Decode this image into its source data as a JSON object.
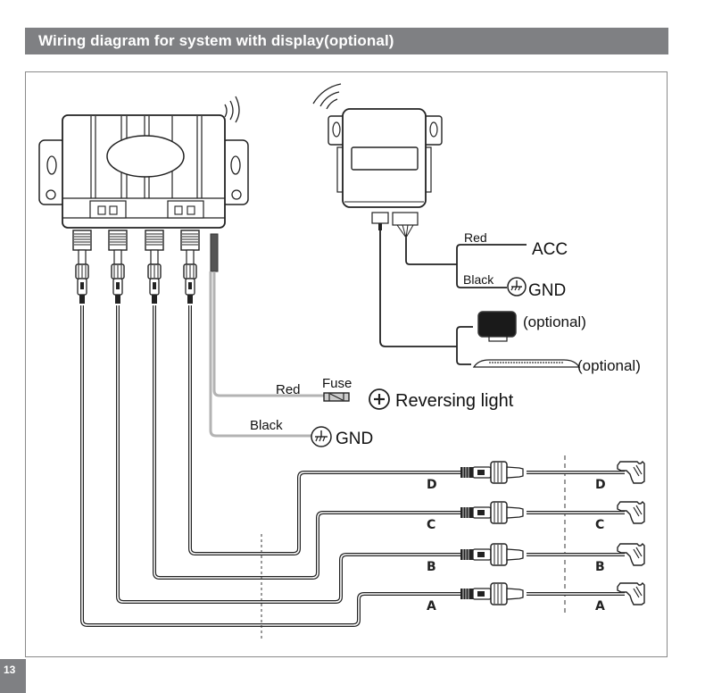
{
  "header": {
    "title": "Wiring diagram for system with display(optional)",
    "bar_color": "#7f8083"
  },
  "page": {
    "number": "13"
  },
  "control_unit": {
    "name": "Main control box",
    "icon": "wireless-signal-icon",
    "sensor_ports": [
      "A",
      "B",
      "C",
      "D"
    ]
  },
  "wireless_receiver": {
    "name": "Wireless receiver module",
    "icon": "wireless-signal-icon"
  },
  "receiver_wiring": {
    "red_label": "Red",
    "red_target": "ACC",
    "black_label": "Black",
    "black_target": "GND",
    "ground_icon": "ground-icon"
  },
  "optional_devices": [
    {
      "device": "display-monitor",
      "label": "(optional)"
    },
    {
      "device": "display-bar",
      "label": "(optional)"
    }
  ],
  "power_wiring": {
    "red_label": "Red",
    "fuse_label": "Fuse",
    "plus_icon": "plus-circle-icon",
    "red_target": "Reversing light",
    "black_label": "Black",
    "black_target": "GND",
    "ground_icon": "ground-icon"
  },
  "sensors": [
    {
      "channel": "D",
      "left_label": "D",
      "right_label": "D"
    },
    {
      "channel": "C",
      "left_label": "C",
      "right_label": "C"
    },
    {
      "channel": "B",
      "left_label": "B",
      "right_label": "B"
    },
    {
      "channel": "A",
      "left_label": "A",
      "right_label": "A"
    }
  ],
  "colors": {
    "wire": "#222222",
    "power_wire": "#b3b3b3",
    "frame": "#8a8a8a",
    "accent_gray": "#7f8083"
  }
}
